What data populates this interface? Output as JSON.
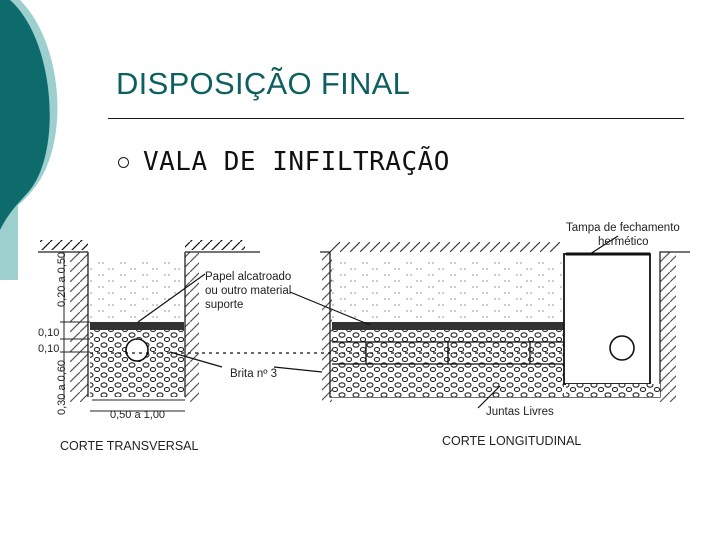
{
  "slide": {
    "title": "DISPOSIÇÃO FINAL",
    "bullets": [
      {
        "icon": "hollow-circle-bullet",
        "text": "VALA DE INFILTRAÇÃO"
      }
    ]
  },
  "figure": {
    "labels": {
      "tampa_line1": "Tampa de fechamento",
      "tampa_line2": "hermético",
      "papel_line1": "Papel alcatroado",
      "papel_line2": "ou outro material",
      "papel_line3": "suporte",
      "brita": "Brita nº 3",
      "juntas": "Juntas Livres",
      "corte_transversal": "CORTE TRANSVERSAL",
      "corte_longitudinal": "CORTE LONGITUDINAL"
    },
    "dimensions": {
      "top_fill": "0,20 a 0,50",
      "layer1": "0,10",
      "layer2": "0,10",
      "bottom": "0,30 a 0,60",
      "width": "0,50 a 1,00"
    }
  },
  "colors": {
    "title": "#0e5f5f",
    "deco_dark": "#0d6b6b",
    "deco_light": "#9ecfcf"
  }
}
